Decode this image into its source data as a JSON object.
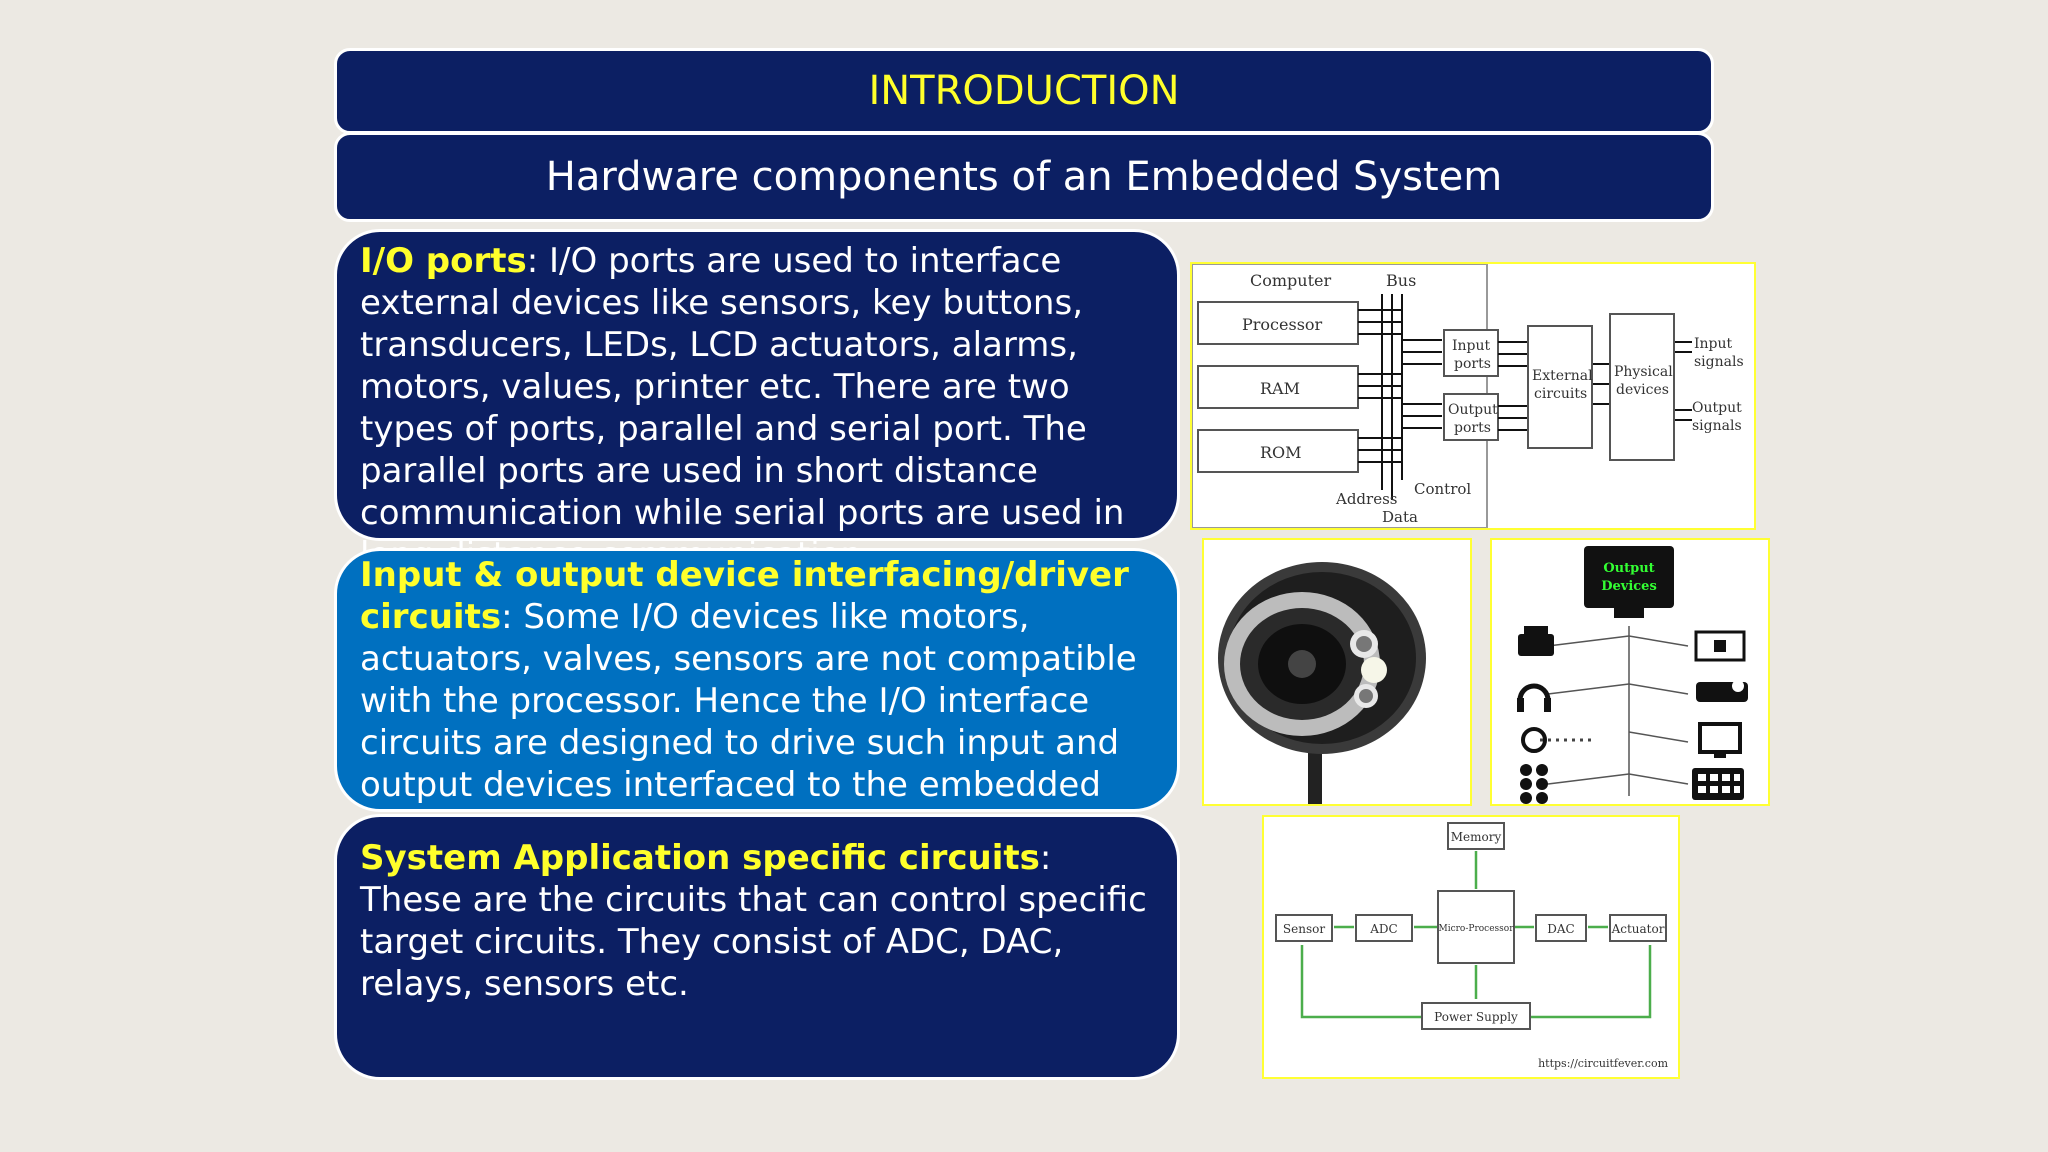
{
  "title": "INTRODUCTION",
  "subtitle": "Hardware components of an Embedded System",
  "sections": [
    {
      "heading": "I/O ports",
      "body": ": I/O ports are used to interface external devices like sensors, key buttons, transducers, LEDs, LCD actuators, alarms, motors, values, printer etc. There are two types of ports, parallel and serial port. The parallel ports are used in short distance communication while serial ports are used in long distance communication"
    },
    {
      "heading": "Input & output device interfacing/driver circuits",
      "body": ": Some I/O devices like motors, actuators, valves, sensors are not compatible with the processor. Hence the I/O interface circuits are designed to drive such input and output devices interfaced to the embedded processor"
    },
    {
      "heading": "System Application specific circuits",
      "body": ": These are the circuits that can control specific target circuits. They consist of ADC, DAC, relays, sensors etc."
    }
  ],
  "figures": {
    "architecture": {
      "computer": "Computer",
      "bus": "Bus",
      "processor": "Processor",
      "ram": "RAM",
      "rom": "ROM",
      "address": "Address",
      "data": "Data",
      "control": "Control",
      "input_ports_1": "Input",
      "input_ports_2": "ports",
      "output_ports_1": "Output",
      "output_ports_2": "ports",
      "external_1": "External",
      "external_2": "circuits",
      "physical_1": "Physical",
      "physical_2": "devices",
      "input_signals_1": "Input",
      "input_signals_2": "signals",
      "output_signals_1": "Output",
      "output_signals_2": "signals"
    },
    "output_devices": {
      "label_1": "Output",
      "label_2": "Devices"
    },
    "control_system": {
      "memory": "Memory",
      "sensor": "Sensor",
      "adc": "ADC",
      "micro": "Micro-Processor",
      "dac": "DAC",
      "actuator": "Actuator",
      "power": "Power Supply",
      "url": "https://circuitfever.com"
    }
  },
  "colors": {
    "navy": "#0c1f63",
    "blue": "#0070c0",
    "highlight": "#ffff2b",
    "background": "#ece9e3"
  }
}
